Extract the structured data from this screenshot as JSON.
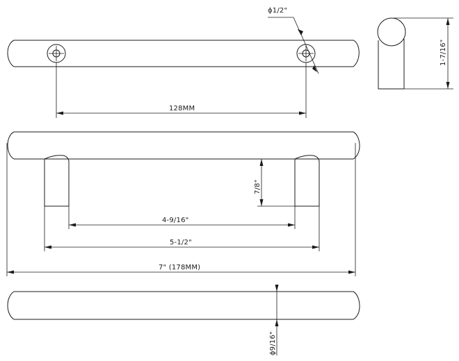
{
  "dimensions": {
    "hole_diameter": "ϕ1/2\"",
    "hole_spacing": "128MM",
    "handle_height": "1-7/16\"",
    "post_height": "7/8\"",
    "inner_span": "4-9/16\"",
    "outer_span": "5-1/2\"",
    "overall_length": "7\" (178MM)",
    "bar_diameter": "ϕ9/16\""
  }
}
